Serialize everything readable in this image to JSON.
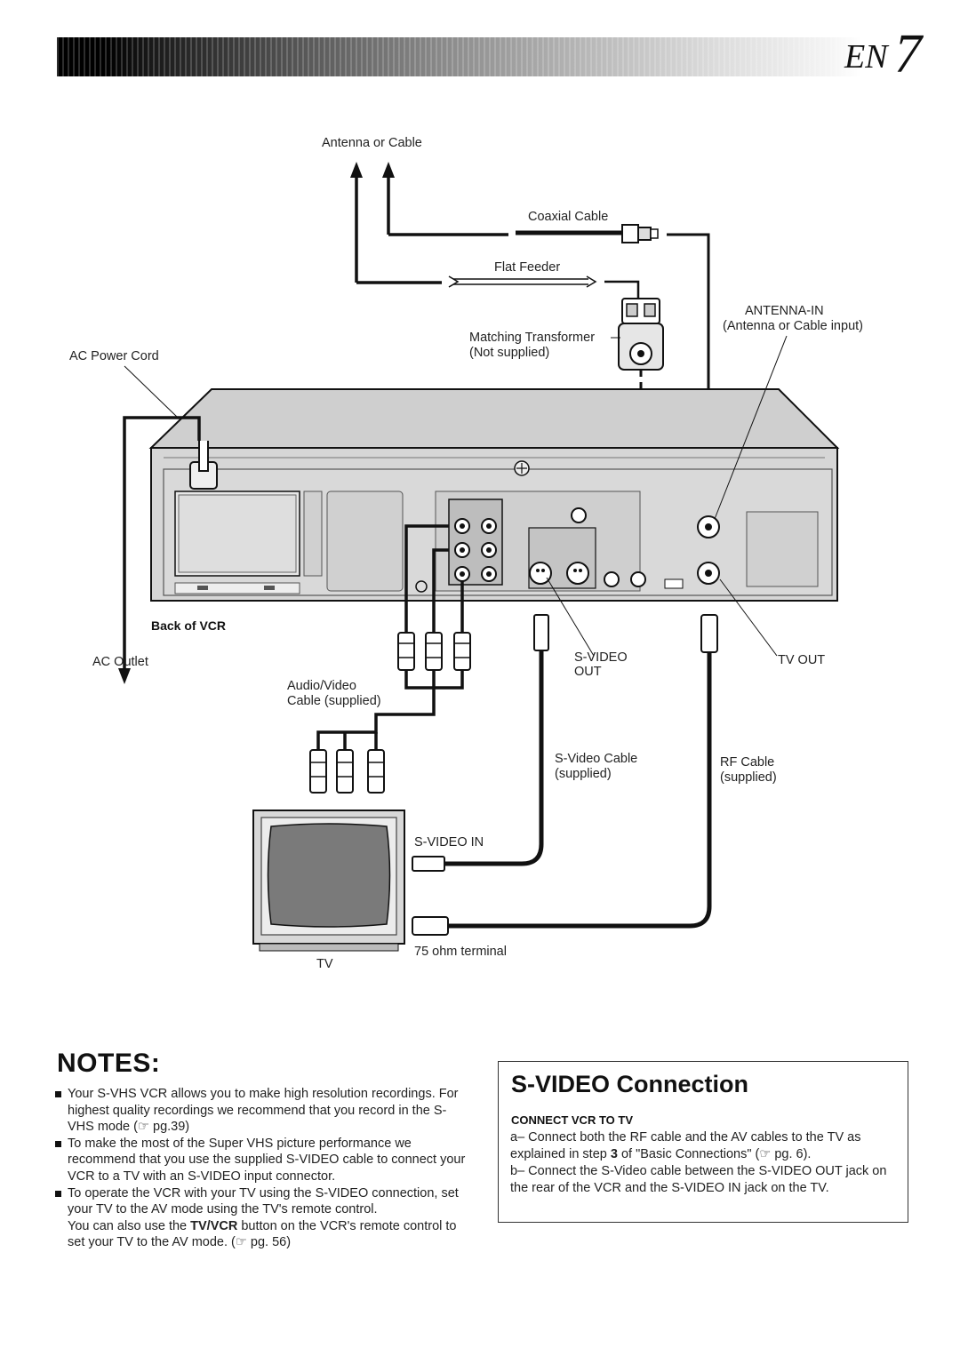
{
  "header": {
    "lang": "EN",
    "page": "7"
  },
  "diagram": {
    "antenna_or_cable": "Antenna or Cable",
    "coaxial_cable": "Coaxial Cable",
    "flat_feeder": "Flat Feeder",
    "antenna_in": "ANTENNA-IN",
    "antenna_in_sub": "(Antenna or Cable input)",
    "matching_transformer": "Matching Transformer",
    "not_supplied": "(Not supplied)",
    "ac_power_cord": "AC Power Cord",
    "back_of_vcr": "Back of VCR",
    "ac_outlet": "AC Outlet",
    "svideo_out_1": "S-VIDEO",
    "svideo_out_2": "OUT",
    "tv_out": "TV OUT",
    "av_cable_1": "Audio/Video",
    "av_cable_2": "Cable (supplied)",
    "svideo_cable_1": "S-Video Cable",
    "svideo_cable_2": "(supplied)",
    "rf_cable_1": "RF Cable",
    "rf_cable_2": "(supplied)",
    "svideo_in": "S-VIDEO IN",
    "ohm_terminal": "75 ohm terminal",
    "tv": "TV"
  },
  "notes": {
    "title": "NOTES:",
    "items": [
      "Your S-VHS VCR allows you to make high resolution recordings. For highest quality recordings we recommend that you record in the S-VHS mode (☞ pg.39)",
      "To make the most of the Super VHS picture performance we recommend that you use the supplied S-VIDEO cable to connect your VCR to a TV with an S-VIDEO input connector.",
      "To operate the VCR with your TV using the S-VIDEO connection, set your TV to the AV mode using the TV's remote control."
    ],
    "extra_pre": "You can also use the ",
    "extra_bold": "TV/VCR",
    "extra_post": " button on the VCR's remote control to set your TV to the AV mode. (☞ pg. 56)"
  },
  "svideo": {
    "title": "S-VIDEO Connection",
    "subtitle": "CONNECT VCR TO TV",
    "step_a_lead": "a–",
    "step_a_pre": "Connect both the RF cable and the AV cables to the TV as explained in step ",
    "step_a_bold": "3",
    "step_a_post": " of \"Basic Connections\" (☞ pg. 6).",
    "step_b_lead": "b–",
    "step_b_text": "Connect the S-Video cable between the S-VIDEO OUT jack on the rear of the VCR and the S-VIDEO IN jack on the TV."
  }
}
